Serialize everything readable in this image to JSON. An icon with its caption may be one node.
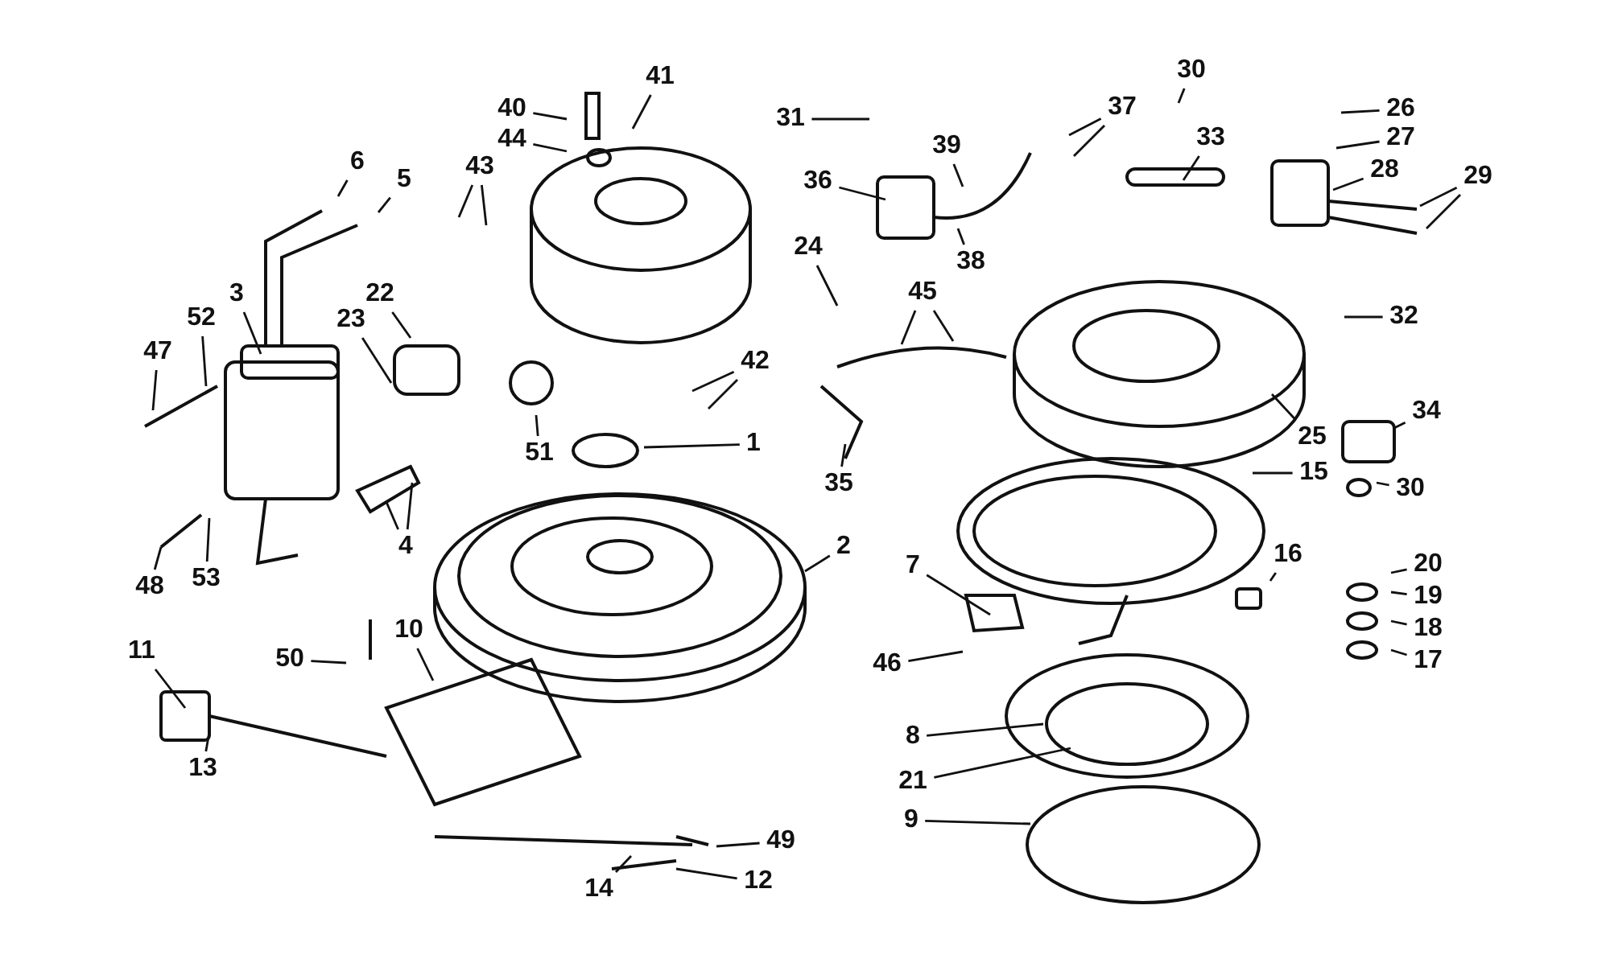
{
  "diagram": {
    "nodes": [
      {
        "text": [
          "41"
        ]
      },
      {
        "text": [
          "30"
        ]
      },
      {
        "text": [
          "31"
        ]
      },
      {
        "text": [
          "37"
        ]
      },
      {
        "text": [
          "40"
        ]
      },
      {
        "text": [
          "26"
        ]
      },
      {
        "text": [
          "44"
        ]
      },
      {
        "text": [
          "33"
        ]
      },
      {
        "text": [
          "27"
        ]
      },
      {
        "text": [
          "39"
        ]
      },
      {
        "text": [
          "6"
        ]
      },
      {
        "text": [
          "43"
        ]
      },
      {
        "text": [
          "28"
        ]
      },
      {
        "text": [
          "5"
        ]
      },
      {
        "text": [
          "36"
        ]
      },
      {
        "text": [
          "29"
        ]
      },
      {
        "text": [
          "38"
        ]
      },
      {
        "text": [
          "24"
        ]
      },
      {
        "text": [
          "3"
        ]
      },
      {
        "text": [
          "22"
        ]
      },
      {
        "text": [
          "45"
        ]
      },
      {
        "text": [
          "23"
        ]
      },
      {
        "text": [
          "52"
        ]
      },
      {
        "text": [
          "32"
        ]
      },
      {
        "text": [
          "47"
        ]
      },
      {
        "text": [
          "42"
        ]
      },
      {
        "text": [
          "34"
        ]
      },
      {
        "text": [
          "1"
        ]
      },
      {
        "text": [
          "51"
        ]
      },
      {
        "text": [
          "25"
        ]
      },
      {
        "text": [
          "15"
        ]
      },
      {
        "text": [
          "35"
        ]
      },
      {
        "text": [
          "30"
        ]
      },
      {
        "text": [
          "2"
        ]
      },
      {
        "text": [
          "4"
        ]
      },
      {
        "text": [
          "7"
        ]
      },
      {
        "text": [
          "16"
        ]
      },
      {
        "text": [
          "20"
        ]
      },
      {
        "text": [
          "53"
        ]
      },
      {
        "text": [
          "48"
        ]
      },
      {
        "text": [
          "19"
        ]
      },
      {
        "text": [
          "18"
        ]
      },
      {
        "text": [
          "17"
        ]
      },
      {
        "text": [
          "50"
        ]
      },
      {
        "text": [
          "10"
        ]
      },
      {
        "text": [
          "11"
        ]
      },
      {
        "text": [
          "46"
        ]
      },
      {
        "text": [
          "8"
        ]
      },
      {
        "text": [
          "13"
        ]
      },
      {
        "text": [
          "21"
        ]
      },
      {
        "text": [
          "9"
        ]
      },
      {
        "text": [
          "49"
        ]
      },
      {
        "text": [
          "12"
        ]
      },
      {
        "text": [
          "14"
        ]
      }
    ],
    "edges": [
      {
        "from": 0,
        "to": null,
        "arrow": "none"
      },
      {
        "from": 1,
        "to": null,
        "arrow": "none"
      },
      {
        "from": 2,
        "to": null,
        "arrow": "none"
      },
      {
        "from": 3,
        "to": null,
        "arrow": "none"
      },
      {
        "from": 3,
        "to": null,
        "arrow": "none"
      },
      {
        "from": 4,
        "to": null,
        "arrow": "none"
      },
      {
        "from": 5,
        "to": null,
        "arrow": "none"
      },
      {
        "from": 6,
        "to": null,
        "arrow": "none"
      },
      {
        "from": 7,
        "to": null,
        "arrow": "none"
      },
      {
        "from": 8,
        "to": null,
        "arrow": "none"
      },
      {
        "from": 9,
        "to": null,
        "arrow": "none"
      },
      {
        "from": 10,
        "to": null,
        "arrow": "none"
      },
      {
        "from": 11,
        "to": null,
        "arrow": "none"
      },
      {
        "from": 11,
        "to": null,
        "arrow": "none"
      },
      {
        "from": 12,
        "to": null,
        "arrow": "none"
      },
      {
        "from": 13,
        "to": null,
        "arrow": "none"
      },
      {
        "from": 14,
        "to": null,
        "arrow": "none"
      },
      {
        "from": 15,
        "to": null,
        "arrow": "none"
      },
      {
        "from": 15,
        "to": null,
        "arrow": "none"
      },
      {
        "from": 16,
        "to": null,
        "arrow": "none"
      },
      {
        "from": 17,
        "to": null,
        "arrow": "none"
      },
      {
        "from": 18,
        "to": null,
        "arrow": "none"
      },
      {
        "from": 19,
        "to": null,
        "arrow": "none"
      },
      {
        "from": 20,
        "to": null,
        "arrow": "none"
      },
      {
        "from": 20,
        "to": null,
        "arrow": "none"
      },
      {
        "from": 21,
        "to": null,
        "arrow": "none"
      },
      {
        "from": 22,
        "to": null,
        "arrow": "none"
      },
      {
        "from": 23,
        "to": null,
        "arrow": "none"
      },
      {
        "from": 24,
        "to": null,
        "arrow": "none"
      },
      {
        "from": 25,
        "to": null,
        "arrow": "none"
      },
      {
        "from": 25,
        "to": null,
        "arrow": "none"
      },
      {
        "from": 26,
        "to": null,
        "arrow": "none"
      },
      {
        "from": 27,
        "to": null,
        "arrow": "none"
      },
      {
        "from": 28,
        "to": null,
        "arrow": "none"
      },
      {
        "from": 29,
        "to": null,
        "arrow": "none"
      },
      {
        "from": 30,
        "to": null,
        "arrow": "none"
      },
      {
        "from": 31,
        "to": null,
        "arrow": "none"
      },
      {
        "from": 32,
        "to": null,
        "arrow": "none"
      },
      {
        "from": 33,
        "to": null,
        "arrow": "none"
      },
      {
        "from": 34,
        "to": null,
        "arrow": "none"
      },
      {
        "from": 34,
        "to": null,
        "arrow": "none"
      },
      {
        "from": 35,
        "to": null,
        "arrow": "none"
      },
      {
        "from": 36,
        "to": null,
        "arrow": "none"
      },
      {
        "from": 37,
        "to": null,
        "arrow": "none"
      },
      {
        "from": 38,
        "to": null,
        "arrow": "none"
      },
      {
        "from": 39,
        "to": null,
        "arrow": "none"
      },
      {
        "from": 40,
        "to": null,
        "arrow": "none"
      },
      {
        "from": 41,
        "to": null,
        "arrow": "none"
      },
      {
        "from": 42,
        "to": null,
        "arrow": "none"
      },
      {
        "from": 43,
        "to": null,
        "arrow": "none"
      },
      {
        "from": 44,
        "to": null,
        "arrow": "none"
      },
      {
        "from": 45,
        "to": null,
        "arrow": "none"
      },
      {
        "from": 46,
        "to": null,
        "arrow": "none"
      },
      {
        "from": 47,
        "to": null,
        "arrow": "none"
      },
      {
        "from": 48,
        "to": null,
        "arrow": "none"
      },
      {
        "from": 49,
        "to": null,
        "arrow": "none"
      },
      {
        "from": 50,
        "to": null,
        "arrow": "none"
      },
      {
        "from": 51,
        "to": null,
        "arrow": "none"
      },
      {
        "from": 52,
        "to": null,
        "arrow": "none"
      },
      {
        "from": 53,
        "to": null,
        "arrow": "none"
      }
    ]
  }
}
